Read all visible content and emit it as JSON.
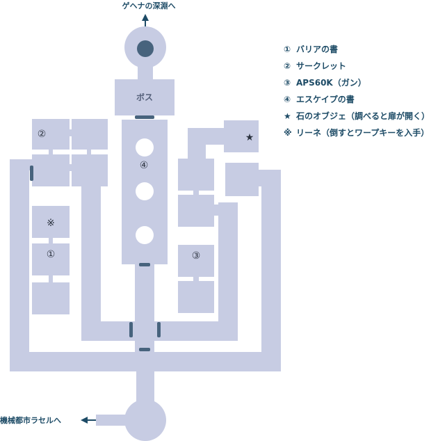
{
  "exits": {
    "north": "ゲヘナの深淵へ",
    "west": "機械都市ラセルへ"
  },
  "rooms": {
    "boss": "ボス"
  },
  "markers": {
    "m1": "①",
    "m2": "②",
    "m3": "③",
    "m4": "④",
    "star": "★",
    "rine": "※"
  },
  "legend": [
    {
      "symbol": "①",
      "text": "バリアの書"
    },
    {
      "symbol": "②",
      "text": "サークレット"
    },
    {
      "symbol": "③",
      "text": "APS60K（ガン）"
    },
    {
      "symbol": "④",
      "text": "エスケイプの書"
    },
    {
      "symbol": "★",
      "text": "石のオブジェ（調べると扉が開く）"
    },
    {
      "symbol": "※",
      "text": "リーネ（倒すとワープキーを入手）"
    }
  ],
  "colors": {
    "floor": "#c7cce3",
    "door": "#47637d",
    "text": "#1d4b66",
    "background": "#ffffff"
  }
}
